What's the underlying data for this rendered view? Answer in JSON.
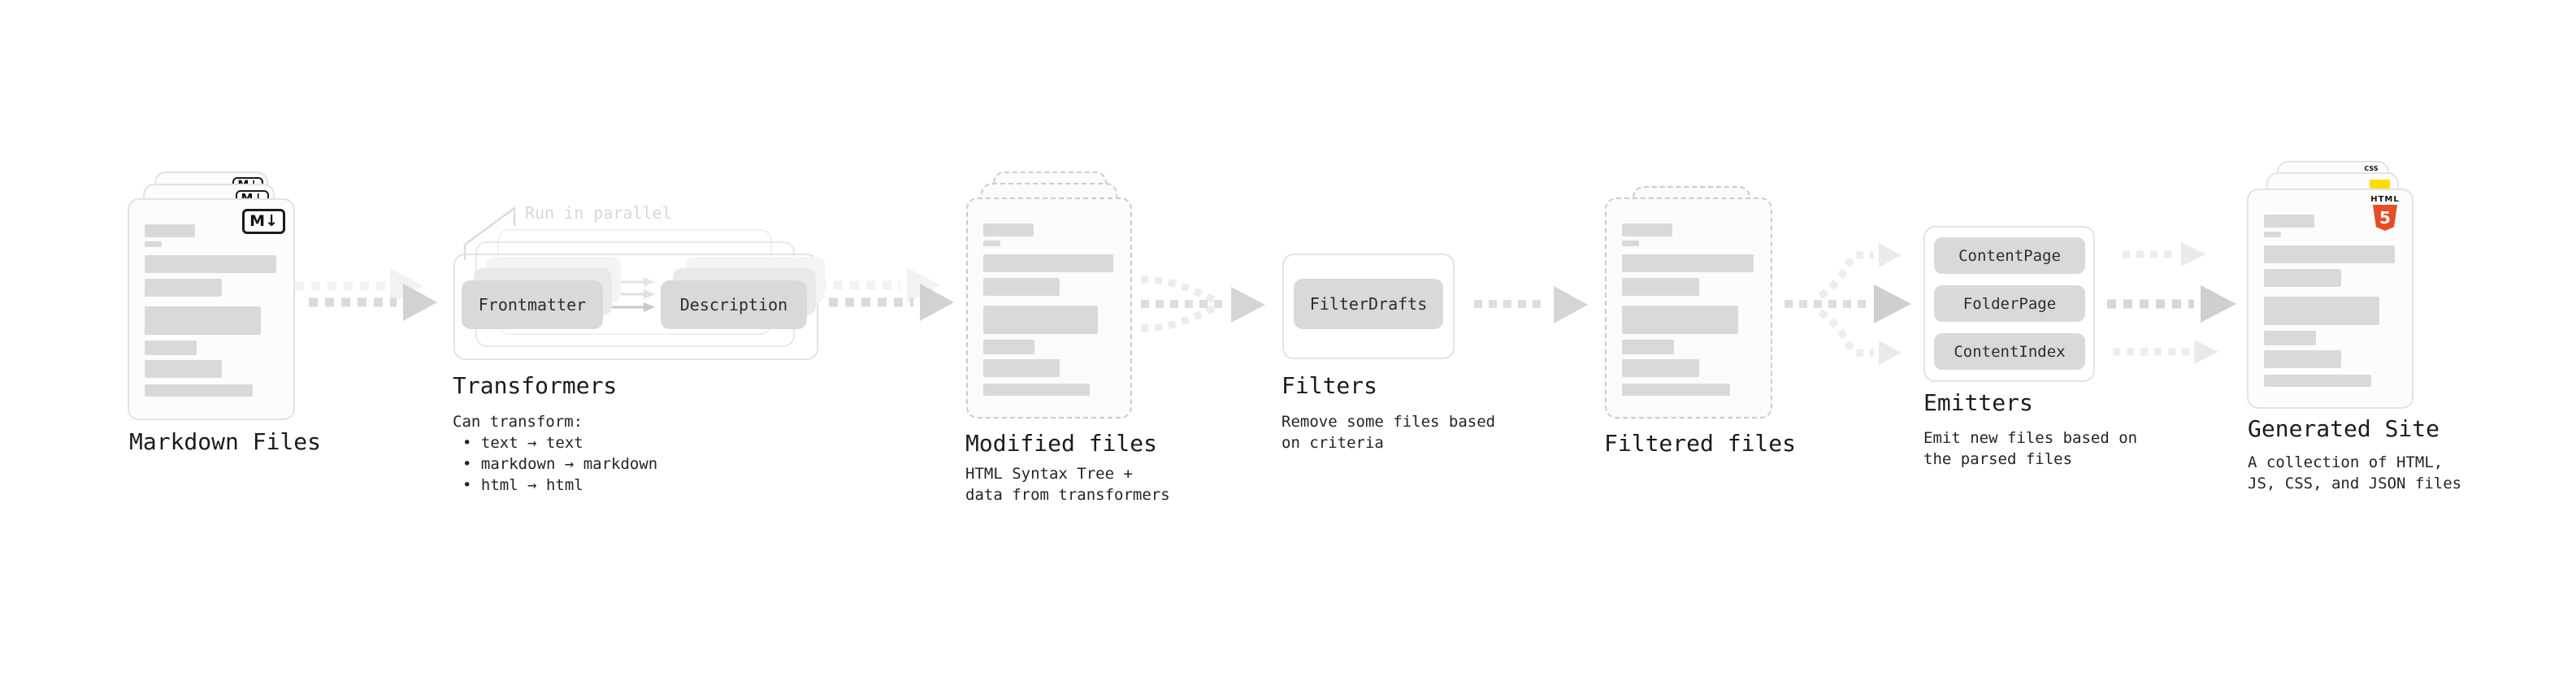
{
  "pipeline": {
    "stages": {
      "markdown_files": {
        "label": "Markdown Files",
        "badge": "M↓"
      },
      "transformers": {
        "label": "Transformers",
        "annotation": "Run in parallel",
        "nodes": [
          "Frontmatter",
          "Description"
        ],
        "note_title": "Can transform:",
        "bullets": [
          "• text → text",
          "• markdown → markdown",
          "• html → html"
        ]
      },
      "modified_files": {
        "label": "Modified files",
        "note": "HTML Syntax Tree +\ndata from transformers"
      },
      "filters": {
        "label": "Filters",
        "nodes": [
          "FilterDrafts"
        ],
        "note": "Remove some files based\non criteria"
      },
      "filtered_files": {
        "label": "Filtered files"
      },
      "emitters": {
        "label": "Emitters",
        "nodes": [
          "ContentPage",
          "FolderPage",
          "ContentIndex"
        ],
        "note": "Emit new files based on\nthe parsed files"
      },
      "generated_site": {
        "label": "Generated Site",
        "note": "A collection of HTML,\nJS, CSS, and JSON files",
        "icons": {
          "html_label": "HTML",
          "html_number": "5",
          "css_label": "CSS"
        }
      }
    },
    "colors": {
      "html5_orange": "#e44d26",
      "js_yellow": "#ffdd00",
      "css_blue": "#2d6ff2"
    }
  }
}
